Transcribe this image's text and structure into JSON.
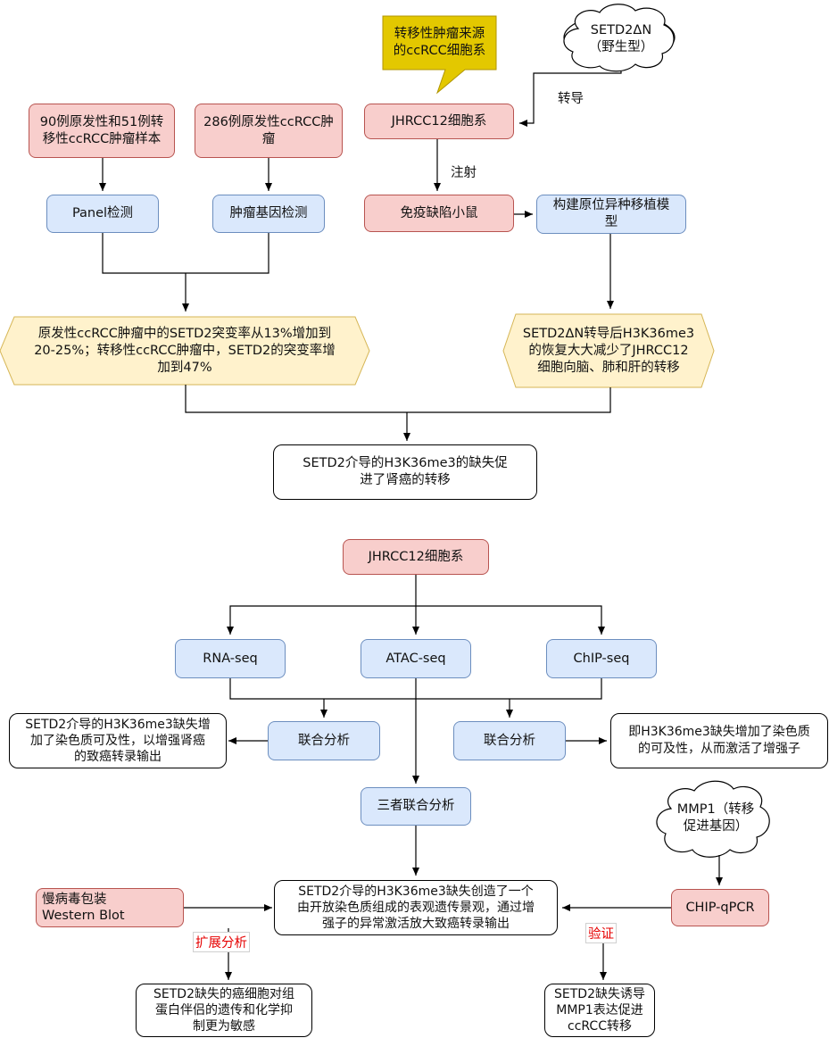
{
  "diagram": {
    "callout_source": "转移性肿瘤来源\n的ccRCC细胞系",
    "cloud_setd2": "SETD2ΔN\n（野生型）",
    "label_transduce": "转导",
    "label_inject": "注射",
    "box_samples": "90例原发性和51例转\n移性ccRCC肿瘤样本",
    "box_primary286": "286例原发性ccRCC肿\n瘤",
    "box_jhrcc12_top": "JHRCC12细胞系",
    "box_panel": "Panel检测",
    "box_tumor_gene": "肿瘤基因检测",
    "box_nude_mice": "免疫缺陷小鼠",
    "box_orthotopic": "构建原位异种移植模\n型",
    "hex_mutation": "原发性ccRCC肿瘤中的SETD2突变率从13%增加到\n20-25%；转移性ccRCC肿瘤中，SETD2的突变率增\n加到47%",
    "hex_metastasis": "SETD2ΔN转导后H3K36me3\n的恢复大大减少了JHRCC12\n细胞向脑、肺和肝的转移",
    "box_conclusion1": "SETD2介导的H3K36me3的缺失促\n进了肾癌的转移",
    "box_jhrcc12_bottom": "JHRCC12细胞系",
    "box_rnaseq": "RNA-seq",
    "box_atacseq": "ATAC-seq",
    "box_chipseq": "ChIP-seq",
    "box_joint_left": "联合分析",
    "box_joint_right": "联合分析",
    "box_result_left": "SETD2介导的H3K36me3缺失增\n加了染色质可及性，以增强肾癌\n的致癌转录输出",
    "box_result_right": "即H3K36me3缺失增加了染色质\n的可及性，从而激活了增强子",
    "box_three_joint": "三者联合分析",
    "cloud_mmp1": "MMP1（转移\n促进基因）",
    "box_central": "SETD2介导的H3K36me3缺失创造了一个\n由开放染色质组成的表观遗传景观，通过增\n强子的异常激活放大致癌转录输出",
    "box_lentivirus": "慢病毒包装\nWestern Blot",
    "box_chip_qpcr": "CHIP-qPCR",
    "label_extend": "扩展分析",
    "label_verify": "验证",
    "box_partners": "SETD2缺失的癌细胞对组\n蛋白伴侣的遗传和化学抑\n制更为敏感",
    "box_mmp1_result": "SETD2缺失诱导\nMMP1表达促进\nccRCC转移"
  }
}
